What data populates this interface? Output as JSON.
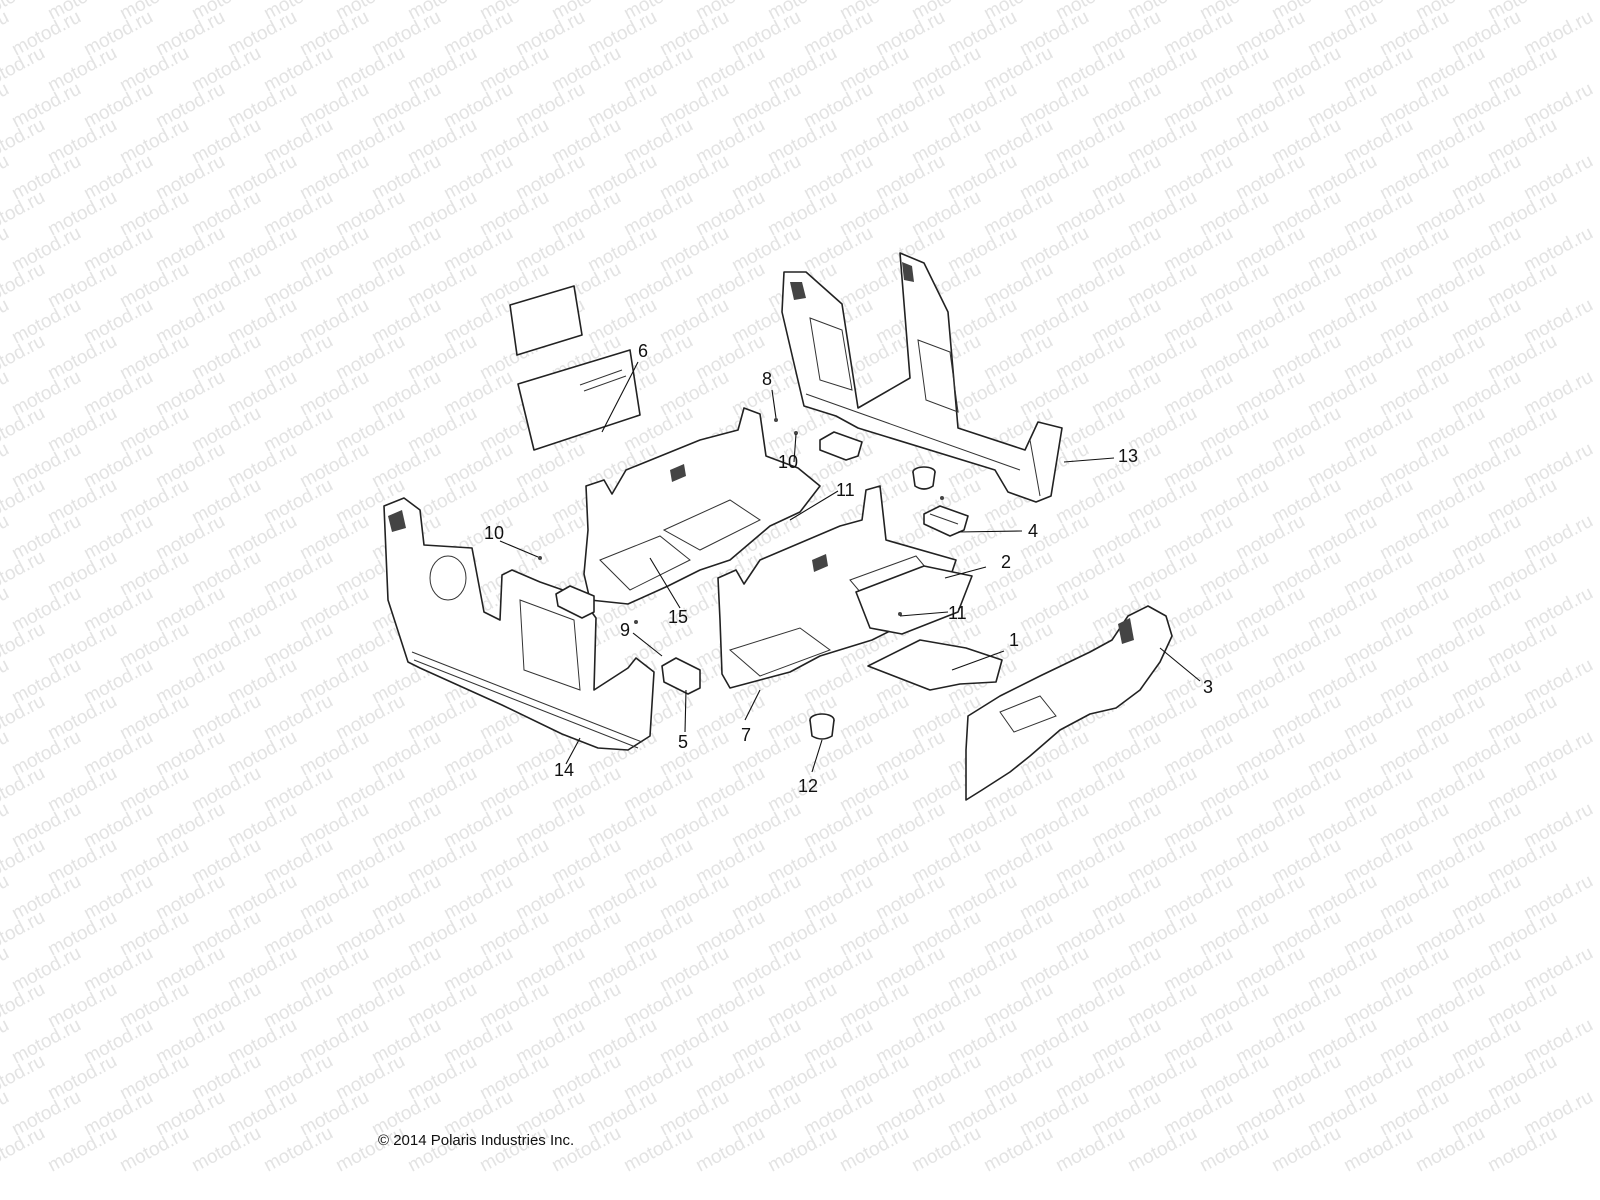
{
  "watermark": "motod.ru",
  "copyright": "© 2014 Polaris Industries Inc.",
  "callouts": [
    {
      "id": "1",
      "label": "1"
    },
    {
      "id": "2",
      "label": "2"
    },
    {
      "id": "3",
      "label": "3"
    },
    {
      "id": "4",
      "label": "4"
    },
    {
      "id": "5",
      "label": "5"
    },
    {
      "id": "6",
      "label": "6"
    },
    {
      "id": "7",
      "label": "7"
    },
    {
      "id": "8",
      "label": "8"
    },
    {
      "id": "9",
      "label": "9"
    },
    {
      "id": "10a",
      "label": "10"
    },
    {
      "id": "10b",
      "label": "10"
    },
    {
      "id": "11a",
      "label": "11"
    },
    {
      "id": "11b",
      "label": "11"
    },
    {
      "id": "12",
      "label": "12"
    },
    {
      "id": "13",
      "label": "13"
    },
    {
      "id": "14",
      "label": "14"
    },
    {
      "id": "15",
      "label": "15"
    }
  ]
}
